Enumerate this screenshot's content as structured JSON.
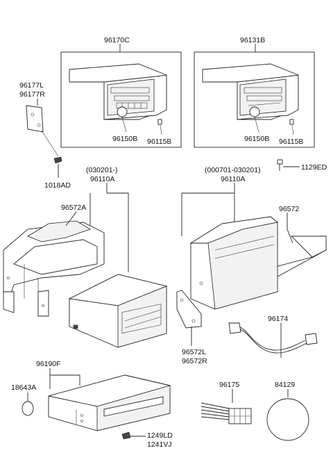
{
  "labels": {
    "radio_a_set": "96170C",
    "radio_b_set": "96131B",
    "radio_a_knob": "96150B",
    "radio_a_clip": "96115B",
    "radio_b_knob": "96150B",
    "radio_b_clip": "96115B",
    "bracket_lr": "96177L",
    "bracket_rr": "96177R",
    "screw_a": "1018AD",
    "date_left": "(030201-)",
    "changer_left": "96110A",
    "date_right": "(000701-030201)",
    "changer_right": "96110A",
    "bolt_b": "1129ED",
    "bracket_left": "96572A",
    "bracket_right": "96572",
    "side_bracket_l": "96572L",
    "side_bracket_r": "96572R",
    "cable": "96174",
    "amp": "96190F",
    "bulb": "18643A",
    "harness": "96175",
    "disc": "84129",
    "screw_c1": "1249LD",
    "screw_c2": "1241VJ"
  }
}
